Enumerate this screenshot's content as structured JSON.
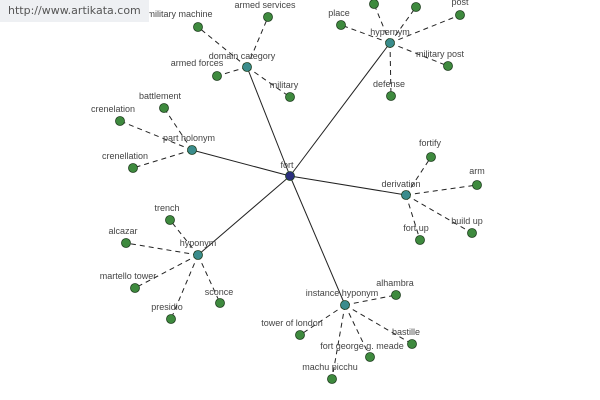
{
  "watermark": "http://www.artikata.com",
  "colors": {
    "hub": "#2b2f7e",
    "category": "#3a8c8c",
    "leaf": "#3e8a3e",
    "node_stroke": "#1f3f1f",
    "edge": "#222222",
    "label": "#444444"
  },
  "graph": {
    "center": {
      "id": "fort",
      "label": "fort"
    },
    "categories": [
      {
        "id": "domain-category",
        "label": "domain category",
        "leaves": [
          {
            "id": "armed-services",
            "label": "armed services"
          },
          {
            "id": "military-machine",
            "label": "military machine"
          },
          {
            "id": "armed-forces",
            "label": "armed forces"
          },
          {
            "id": "military",
            "label": "military"
          }
        ]
      },
      {
        "id": "hypernym",
        "label": "hypernym",
        "leaves": [
          {
            "id": "place",
            "label": "place"
          },
          {
            "id": "top-left",
            "label": ""
          },
          {
            "id": "top-mid",
            "label": ""
          },
          {
            "id": "post",
            "label": "post"
          },
          {
            "id": "military-post",
            "label": "military post"
          },
          {
            "id": "defense",
            "label": "defense"
          }
        ]
      },
      {
        "id": "part-holonym",
        "label": "part holonym",
        "leaves": [
          {
            "id": "battlement",
            "label": "battlement"
          },
          {
            "id": "crenelation",
            "label": "crenelation"
          },
          {
            "id": "crenellation",
            "label": "crenellation"
          }
        ]
      },
      {
        "id": "derivation",
        "label": "derivation",
        "leaves": [
          {
            "id": "fortify",
            "label": "fortify"
          },
          {
            "id": "arm",
            "label": "arm"
          },
          {
            "id": "build-up",
            "label": "build up"
          },
          {
            "id": "fort-up",
            "label": "fort up"
          }
        ]
      },
      {
        "id": "hyponym",
        "label": "hyponym",
        "leaves": [
          {
            "id": "trench",
            "label": "trench"
          },
          {
            "id": "alcazar",
            "label": "alcazar"
          },
          {
            "id": "martello-tower",
            "label": "martello tower"
          },
          {
            "id": "presidio",
            "label": "presidio"
          },
          {
            "id": "sconce",
            "label": "sconce"
          }
        ]
      },
      {
        "id": "instance-hyponym",
        "label": "instance hyponym",
        "leaves": [
          {
            "id": "alhambra",
            "label": "alhambra"
          },
          {
            "id": "bastille",
            "label": "bastille"
          },
          {
            "id": "fort-george-g-meade",
            "label": "fort george g. meade"
          },
          {
            "id": "machu-picchu",
            "label": "machu picchu"
          },
          {
            "id": "tower-of-london",
            "label": "tower of london"
          }
        ]
      }
    ]
  }
}
